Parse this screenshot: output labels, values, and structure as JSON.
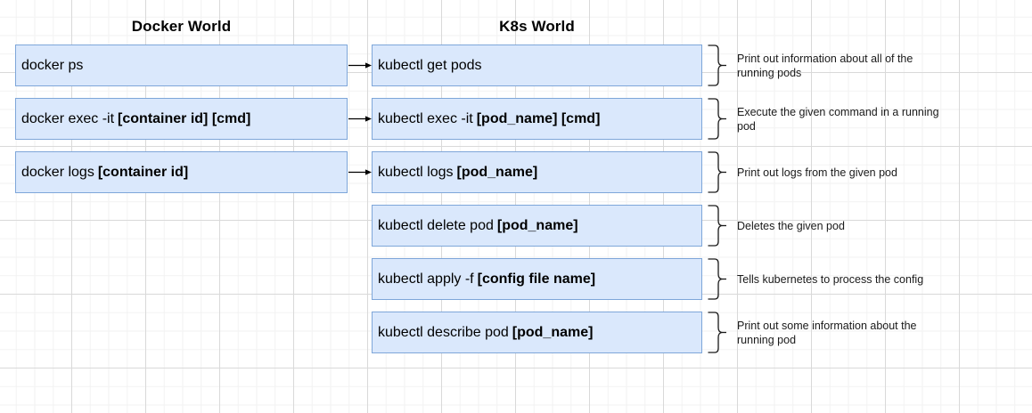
{
  "diagram": {
    "columns": {
      "docker_title": "Docker World",
      "k8s_title": "K8s World"
    },
    "colors": {
      "box_fill": "#dae8fc",
      "box_border": "#7ea6d9",
      "text": "#000000",
      "grid_minor": "#f2f2f2",
      "grid_major": "#d9d9d9",
      "canvas": "#ffffff"
    },
    "rows": [
      {
        "docker_plain": "docker ps",
        "docker_bold": "",
        "k8s_plain": "kubectl get pods",
        "k8s_bold": "",
        "annotation_line1": "Print out information about all of the",
        "annotation_line2": "running pods",
        "has_arrow": true
      },
      {
        "docker_plain": "docker exec -it",
        "docker_bold": "[container id] [cmd]",
        "k8s_plain": "kubectl exec -it",
        "k8s_bold": "[pod_name] [cmd]",
        "annotation_line1": "Execute the given command in a running",
        "annotation_line2": "pod",
        "has_arrow": true
      },
      {
        "docker_plain": "docker logs",
        "docker_bold": "[container id]",
        "k8s_plain": "kubectl logs",
        "k8s_bold": "[pod_name]",
        "annotation_line1": "Print out logs from the given pod",
        "annotation_line2": "",
        "has_arrow": true
      },
      {
        "docker_plain": "",
        "docker_bold": "",
        "k8s_plain": "kubectl delete pod",
        "k8s_bold": "[pod_name]",
        "annotation_line1": "Deletes the given pod",
        "annotation_line2": "",
        "has_arrow": false
      },
      {
        "docker_plain": "",
        "docker_bold": "",
        "k8s_plain": "kubectl apply -f",
        "k8s_bold": "[config file name]",
        "annotation_line1": "Tells kubernetes to process the config",
        "annotation_line2": "",
        "has_arrow": false
      },
      {
        "docker_plain": "",
        "docker_bold": "",
        "k8s_plain": "kubectl describe pod",
        "k8s_bold": "[pod_name]",
        "annotation_line1": "Print out some information about the",
        "annotation_line2": "running pod",
        "has_arrow": false
      }
    ]
  }
}
